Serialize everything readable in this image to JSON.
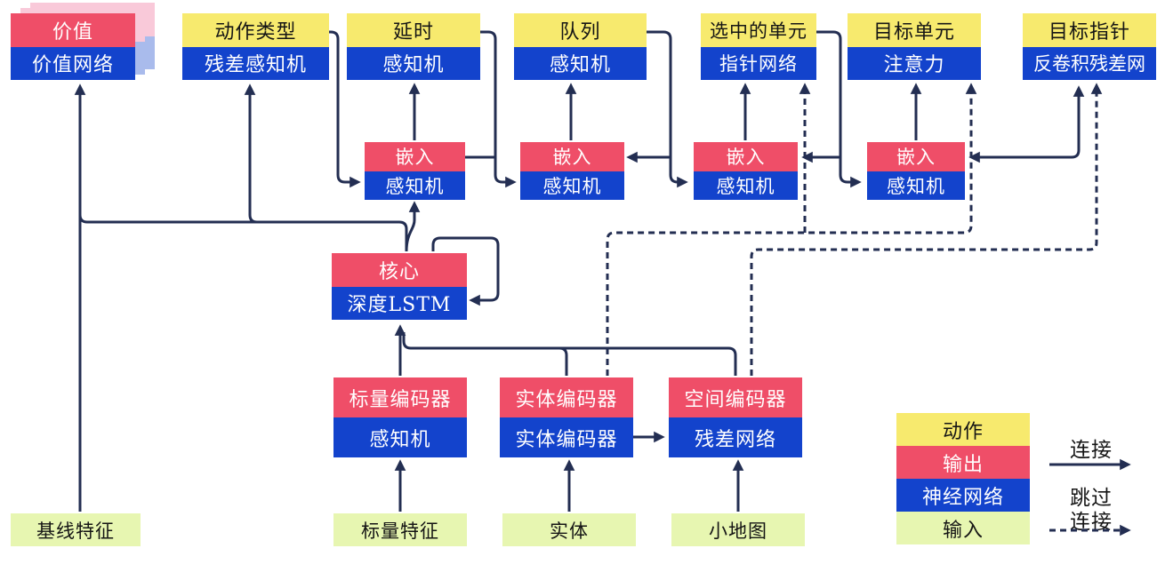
{
  "diagram": {
    "title_semantic": "agent-architecture-diagram",
    "colors": {
      "action_yellow": "#F7EA6E",
      "output_red": "#EF4E68",
      "network_blue": "#1343CC",
      "input_green": "#E7F6B1",
      "connector_navy": "#232E52",
      "value_stack_pink": "#F9C9D9",
      "value_stack_blue": "#A9BBEC"
    },
    "heads": [
      {
        "top": "价值",
        "bottom": "价值网络"
      },
      {
        "top": "动作类型",
        "bottom": "残差感知机"
      },
      {
        "top": "延时",
        "bottom": "感知机"
      },
      {
        "top": "队列",
        "bottom": "感知机"
      },
      {
        "top": "选中的单元",
        "bottom": "指针网络"
      },
      {
        "top": "目标单元",
        "bottom": "注意力"
      },
      {
        "top": "目标指针",
        "bottom": "反卷积残差网"
      }
    ],
    "embeddings": [
      {
        "top": "嵌入",
        "bottom": "感知机"
      },
      {
        "top": "嵌入",
        "bottom": "感知机"
      },
      {
        "top": "嵌入",
        "bottom": "感知机"
      },
      {
        "top": "嵌入",
        "bottom": "感知机"
      }
    ],
    "core": {
      "top": "核心",
      "bottom": "深度LSTM"
    },
    "encoders": [
      {
        "top": "标量编码器",
        "bottom": "感知机"
      },
      {
        "top": "实体编码器",
        "bottom": "实体编码器"
      },
      {
        "top": "空间编码器",
        "bottom": "残差网络"
      }
    ],
    "inputs": [
      "基线特征",
      "标量特征",
      "实体",
      "小地图"
    ],
    "legend": {
      "rows": [
        {
          "label": "动作",
          "color": "#F7EA6E"
        },
        {
          "label": "输出",
          "color": "#EF4E68"
        },
        {
          "label": "神经网络",
          "color": "#1343CC"
        },
        {
          "label": "输入",
          "color": "#E7F6B1"
        }
      ],
      "solid_arrow_label": "连接",
      "dashed_arrow_label_line1": "跳过",
      "dashed_arrow_label_line2": "连接"
    }
  }
}
